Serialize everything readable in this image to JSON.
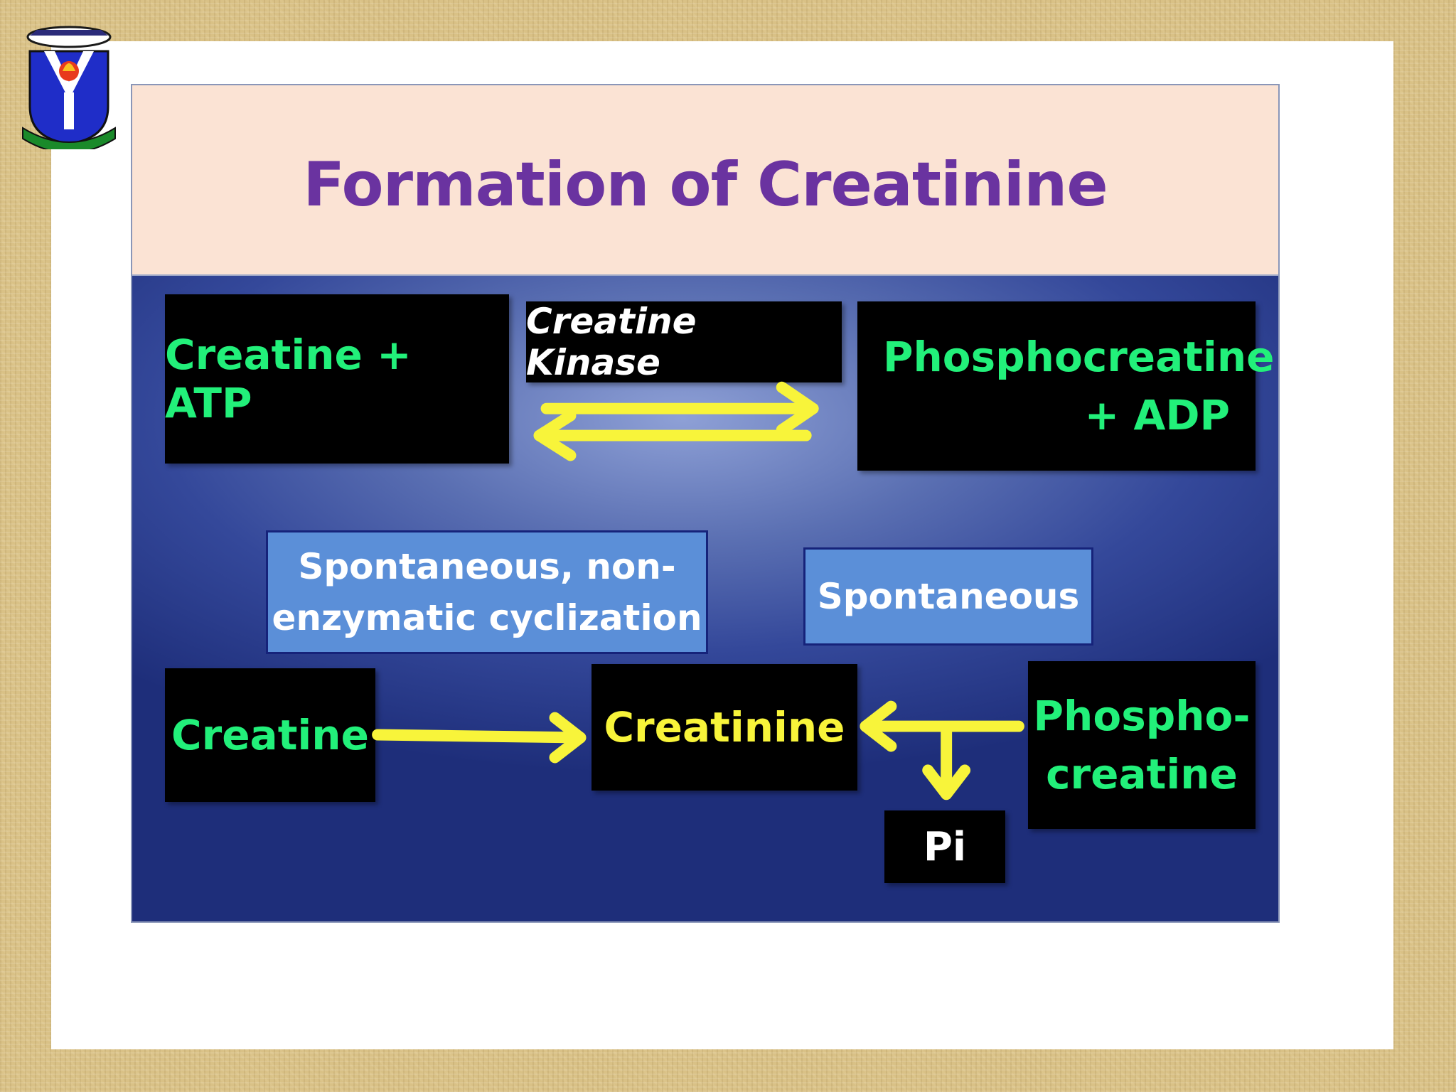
{
  "slide": {
    "title": "Formation of Creatinine",
    "footnote_mark": "''"
  },
  "boxes": {
    "creatine_atp": "Creatine + ATP",
    "enzyme": "Creatine Kinase",
    "phosphocreatine_adp_line1": "Phosphocreatine",
    "phosphocreatine_adp_line2": "+ ADP",
    "cyclization_line1": "Spontaneous, non-",
    "cyclization_line2": "enzymatic cyclization",
    "spontaneous": "Spontaneous",
    "creatine": "Creatine",
    "creatinine": "Creatinine",
    "phosphocreatine_line1": "Phospho-",
    "phosphocreatine_line2": "creatine",
    "pi": "Pi"
  },
  "colors": {
    "title": "#6a33a0",
    "title_band": "#fbe3d4",
    "compound_text": "#22f07a",
    "product_text": "#f8f43a",
    "arrow": "#f8f43a",
    "label_box": "#5b8fd8"
  },
  "icons": {
    "logo": "university-crest-icon"
  }
}
